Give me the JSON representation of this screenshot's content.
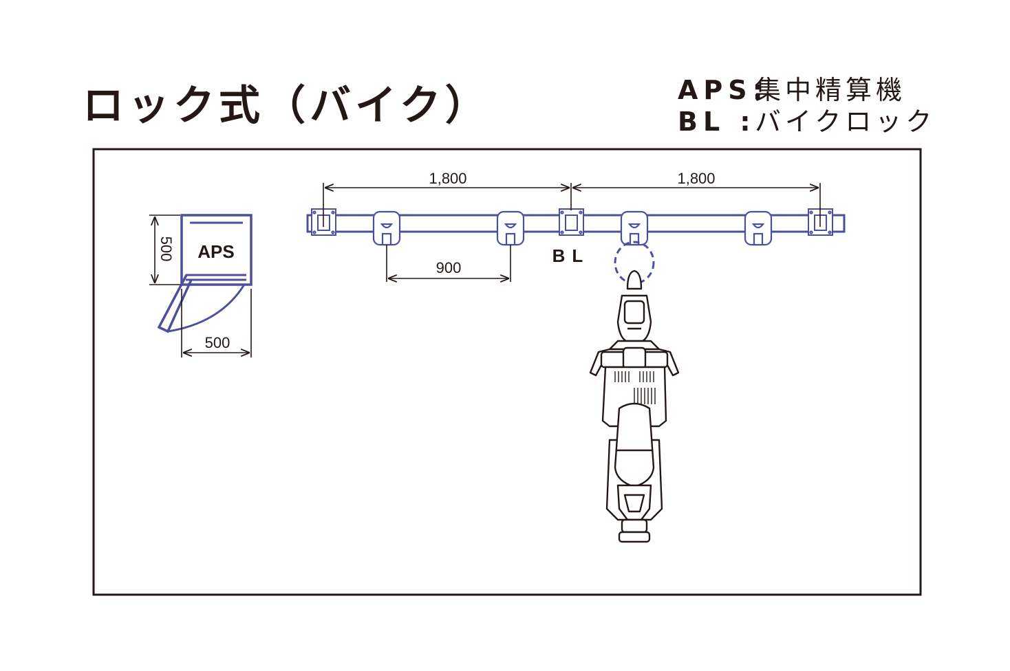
{
  "title": "ロック式（バイク）",
  "legend": [
    {
      "key": "APS:",
      "value": "集中精算機"
    },
    {
      "key": "BL :",
      "value": "バイクロック"
    }
  ],
  "plan": {
    "aps_label": "APS",
    "bl_label": "BL",
    "dims": {
      "span_left": "1,800",
      "span_right": "1,800",
      "lock_pitch": "900",
      "aps_depth": "500",
      "aps_width": "500"
    }
  },
  "colors": {
    "plan_line": "#4b4f9c",
    "ink": "#231815",
    "dashed": "#4b4f9c"
  }
}
